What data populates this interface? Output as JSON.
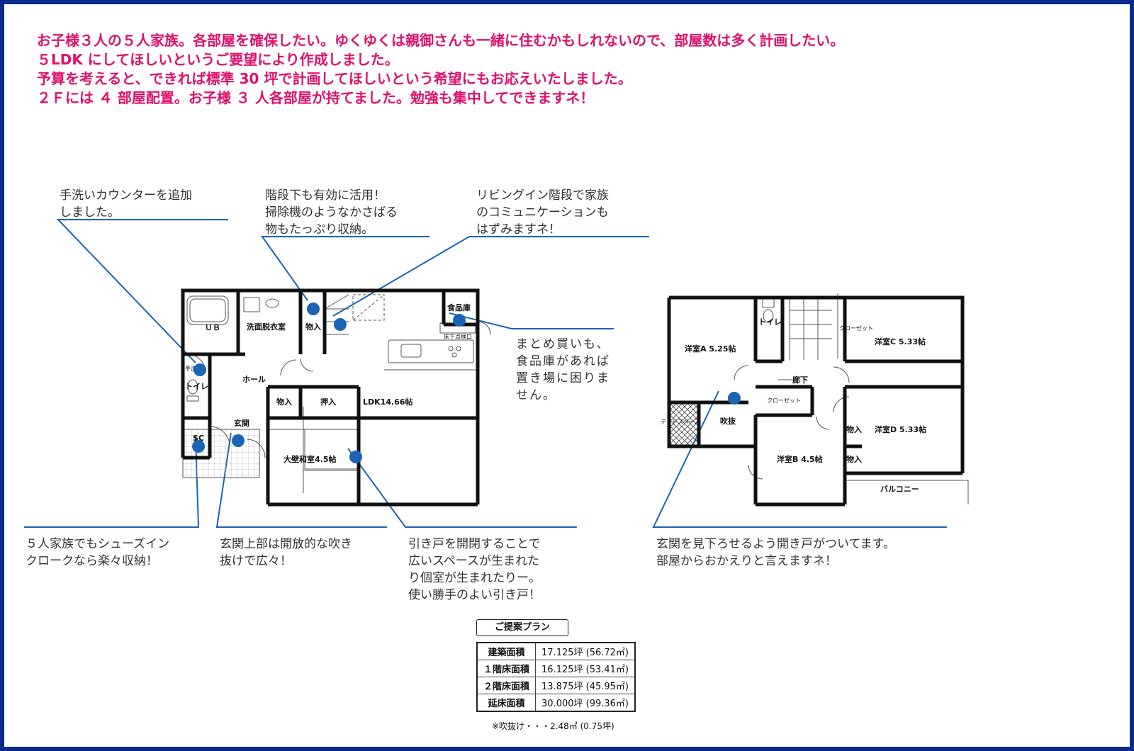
{
  "intro": [
    "お子様３人の５人家族。各部屋を確保したい。ゆくゆくは親御さんも一緒に住むかもしれないので、部屋数は多く計画したい。",
    "５LDK にしてほしいというご要望により作成しました。",
    "予算を考えると、できれば標準 30 坪で計画してほしいという希望にもお応えいたしました。",
    "２Ｆには ４ 部屋配置。お子様 ３ 人各部屋が持てました。勉強も集中してできますネ！"
  ],
  "callouts": {
    "hand_wash": [
      "手洗いカウンターを追加",
      "しました。"
    ],
    "stairs_storage": [
      "階段下も有効に活用！",
      "掃除機のようなかさばる",
      "物もたっぷり収納。"
    ],
    "living_stairs": [
      "リビングイン階段で家族",
      "のコミュニケーションも",
      "はずみますネ！"
    ],
    "pantry": [
      "まとめ買いも、",
      "食品庫があれば",
      "置き場に困りま",
      "せん。"
    ],
    "shoes_in": [
      "５人家族でもシューズイン",
      "クロークなら楽々収納！"
    ],
    "entrance_void": [
      "玄関上部は開放的な吹き",
      "抜けで広々！"
    ],
    "sliding_door": [
      "引き戸を開閉することで",
      "広いスペースが生まれた",
      "り個室が生まれたりー。",
      "使い勝手のよい引き戸！"
    ],
    "second_door": [
      "玄関を見下ろせるよう開き戸がついてます。",
      "部屋からおかえりと言えますネ！"
    ]
  },
  "floor1": {
    "ub": "ＵＢ",
    "wash": "洗面脱衣室",
    "storage_top": "物入",
    "pantry": "食品庫",
    "under_floor": "床下点検口",
    "toilet": "トイレ",
    "handwash_small": "手洗い",
    "hall": "ホール",
    "storage_mid": "物入",
    "oshiire": "押入",
    "ldk": "LDK14.66帖",
    "entrance": "玄関",
    "sc": "SC",
    "washitsu": "大壁和室4.5帖"
  },
  "floor2": {
    "room_a": "洋室A 5.25帖",
    "toilet": "トイレ",
    "closet_top": "クローゼット",
    "room_c": "洋室C 5.33帖",
    "hallway": "廊下",
    "closet_mid": "クローゼット",
    "dead_space": "デッドスペース",
    "void": "吹抜",
    "storage1": "物入",
    "room_d": "洋室D 5.33帖",
    "room_b": "洋室B 4.5帖",
    "storage2": "物入",
    "balcony": "バルコニー"
  },
  "summary": {
    "title": "ご提案プラン",
    "rows": [
      {
        "label": "建築面積",
        "value": "17.125坪 (56.72㎡)"
      },
      {
        "label": "１階床面積",
        "value": "16.125坪 (53.41㎡)"
      },
      {
        "label": "２階床面積",
        "value": "13.875坪 (45.95㎡)"
      },
      {
        "label": "延床面積",
        "value": "30.000坪 (99.36㎡)"
      }
    ],
    "note": "※吹抜け・・・2.48㎡ (0.75坪)"
  },
  "colors": {
    "frame": "#0b2a8c",
    "intro": "#e0106a",
    "marker": "#1a64b4",
    "wall": "#111111"
  }
}
